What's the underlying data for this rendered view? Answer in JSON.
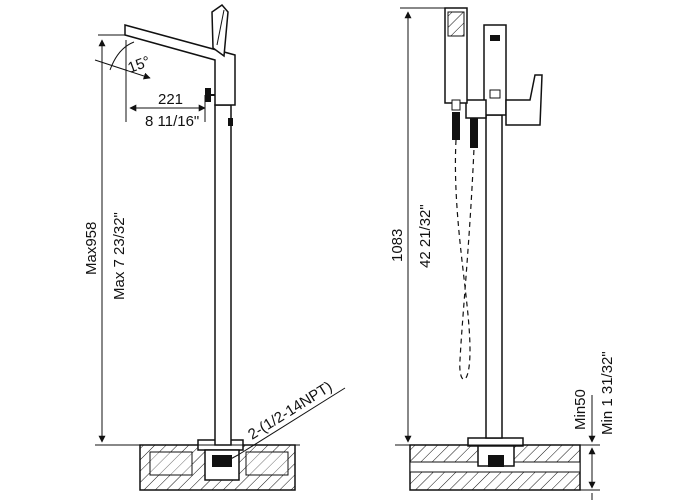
{
  "drawing": {
    "left_view": {
      "angle_label": "15°",
      "spout_reach_mm": "221",
      "spout_reach_in": "8 11/16\"",
      "max_height_mm": "Max958",
      "max_height_in": "Max 7 23/32\"",
      "connection_label": "2-(1/2-14NPT)"
    },
    "right_view": {
      "total_height_mm": "1083",
      "total_height_in": "42 21/32\"",
      "min_depth_mm": "Min50",
      "min_depth_in": "Min 1 31/32\""
    }
  }
}
